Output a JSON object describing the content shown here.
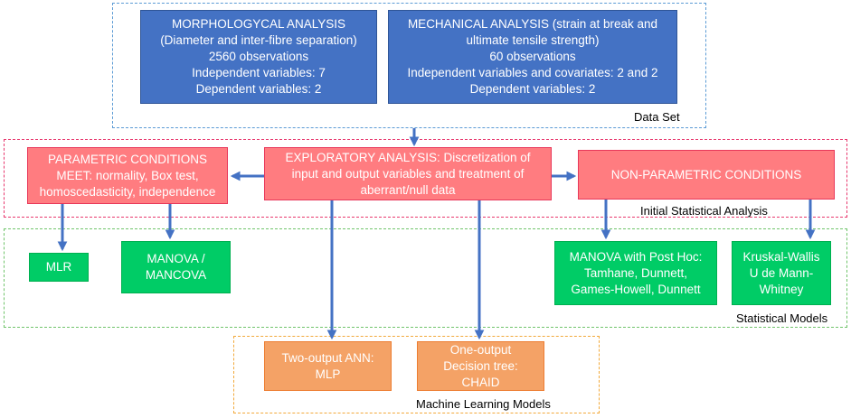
{
  "colors": {
    "blue_box": "#4472c4",
    "red_box": "#ff7c80",
    "green_box": "#00cc66",
    "orange_box": "#f4a266",
    "arrow": "#4472c4",
    "dataset_border": "#5b9bd5",
    "initial_border": "#e8386e",
    "statistical_border": "#70c46b",
    "ml_border": "#f2a93b"
  },
  "regions": {
    "data_set": "Data Set",
    "initial_statistical_analysis": "Initial Statistical Analysis",
    "statistical_models": "Statistical Models",
    "machine_learning_models": "Machine Learning Models"
  },
  "boxes": {
    "morphological": [
      "MORPHOLOGYCAL ANALYSIS",
      "(Diameter and inter-fibre separation)",
      "2560 observations",
      "Independent variables: 7",
      "Dependent variables: 2"
    ],
    "mechanical": [
      "MECHANICAL ANALYSIS (strain at break and",
      "ultimate tensile strength)",
      "60 observations",
      "Independent variables and covariates: 2 and 2",
      "Dependent variables: 2"
    ],
    "parametric": [
      "PARAMETRIC CONDITIONS",
      "MEET: normality, Box test,",
      "homoscedasticity, independence"
    ],
    "exploratory": [
      "EXPLORATORY ANALYSIS:  Discretization of",
      "input and output variables and treatment of",
      "aberrant/null data"
    ],
    "non_parametric": [
      "NON-PARAMETRIC CONDITIONS"
    ],
    "mlr": [
      "MLR"
    ],
    "manova_mancova": [
      "MANOVA /",
      "MANCOVA"
    ],
    "manova_posthoc": [
      "MANOVA with Post Hoc:",
      "Tamhane, Dunnett,",
      "Games-Howell, Dunnett"
    ],
    "kruskal": [
      "Kruskal-Wallis",
      "U de Mann-",
      "Whitney"
    ],
    "ann": [
      "Two-output ANN:",
      "MLP"
    ],
    "decision_tree": [
      "One-output",
      "Decision tree:",
      "CHAID"
    ]
  }
}
